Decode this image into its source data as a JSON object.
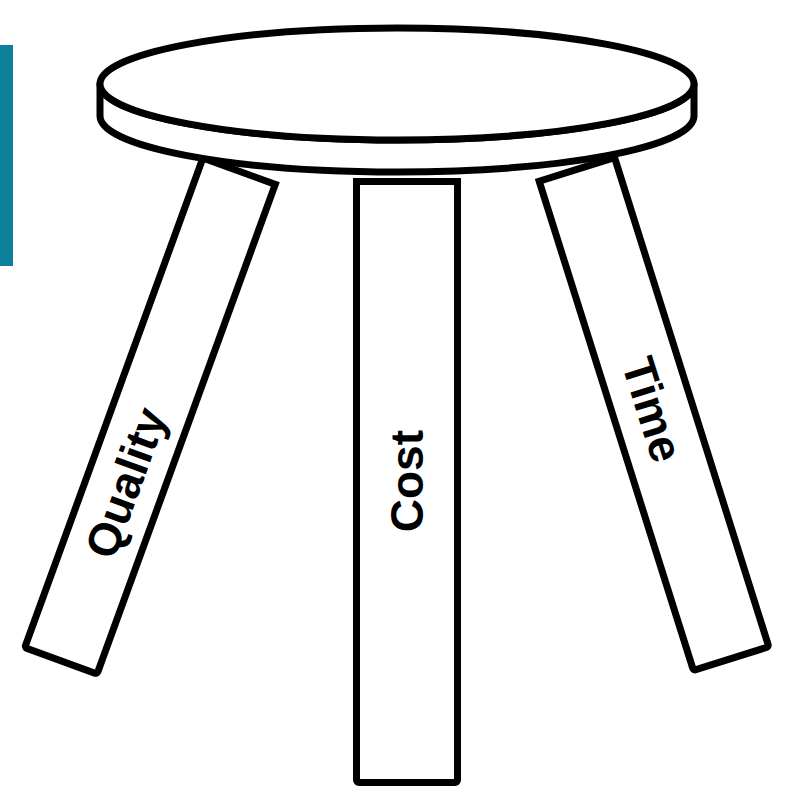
{
  "diagram": {
    "nodes": [
      {
        "text": [
          "Quality"
        ]
      },
      {
        "text": [
          "Cost"
        ]
      },
      {
        "text": [
          "Time"
        ]
      }
    ]
  }
}
